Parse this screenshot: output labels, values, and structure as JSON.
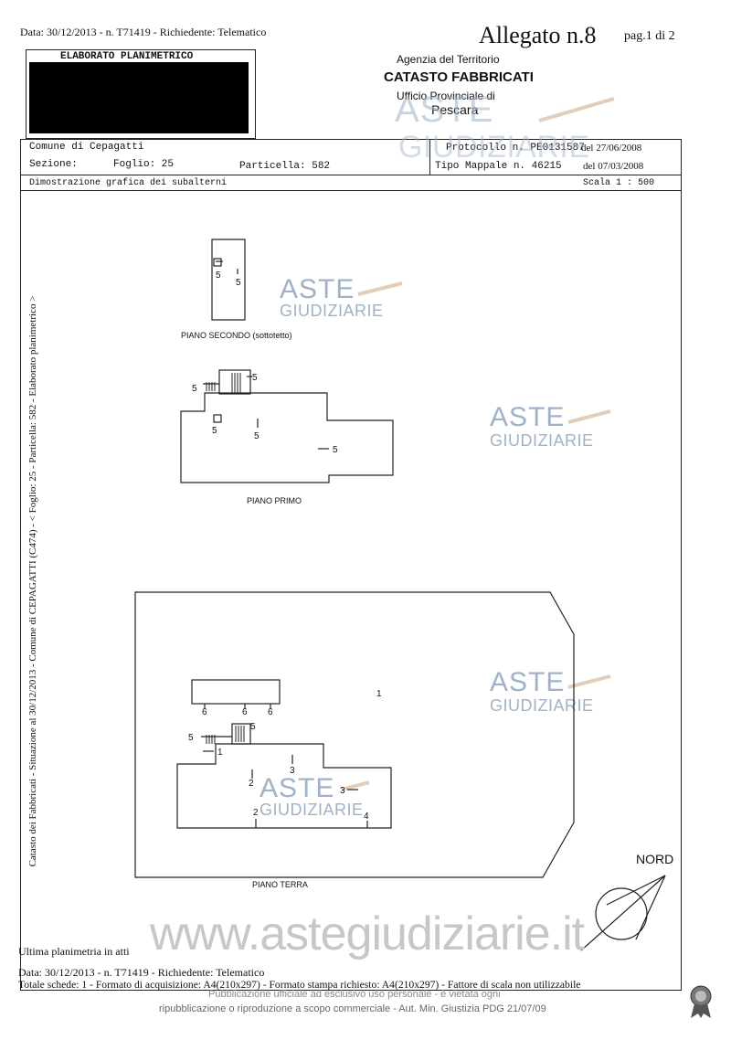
{
  "header": {
    "top_line": "Data: 30/12/2013 - n. T71419 - Richiedente: Telematico",
    "allegato": "Allegato n.8",
    "page": "pag.1 di 2"
  },
  "title_block": {
    "elaborato": "ELABORATO PLANIMETRICO",
    "agency": "Agenzia del Territorio",
    "catasto": "CATASTO FABBRICATI",
    "ufficio": "Ufficio Provinciale di",
    "city": "Pescara"
  },
  "info": {
    "comune": "Comune di Cepagatti",
    "sezione": "Sezione:",
    "foglio": "Foglio: 25",
    "particella": "Particella: 582",
    "protocollo": "Protocollo n. PE0131587",
    "protocollo_date": "del 27/06/2008",
    "tipo_mappale": "Tipo Mappale n. 46215",
    "tipo_mappale_date": "del 07/03/2008",
    "dimostrazione": "Dimostrazione grafica dei subalterni",
    "scala": "Scala 1 : 500"
  },
  "side_text": "Catasto dei Fabbricati - Situazione al 30/12/2013 - Comune di CEPAGATTI (C474) - < Foglio: 25 - Particella: 582 - Elaborato planimetrico >",
  "floors": {
    "secondo": "PIANO SECONDO (sottotetto)",
    "primo": "PIANO PRIMO",
    "terra": "PIANO TERRA"
  },
  "nord": "NORD",
  "footer": {
    "ultima": "Ultima planimetria in atti",
    "data_line": "Data: 30/12/2013 - n. T71419 - Richiedente: Telematico",
    "totale": "Totale schede: 1 - Formato di acquisizione: A4(210x297) - Formato stampa richiesto: A4(210x297) - Fattore di scala non utilizzabile",
    "pub1": "Pubblicazione ufficiale ad esclusivo uso personale - è vietata ogni",
    "pub2": "ripubblicazione o riproduzione a scopo commerciale - Aut. Min. Giustizia PDG 21/07/09"
  },
  "watermark": {
    "aste": "ASTE",
    "giudiziarie": "GIUDIZIARIE",
    "site": "www.astegiudiziarie.it"
  }
}
